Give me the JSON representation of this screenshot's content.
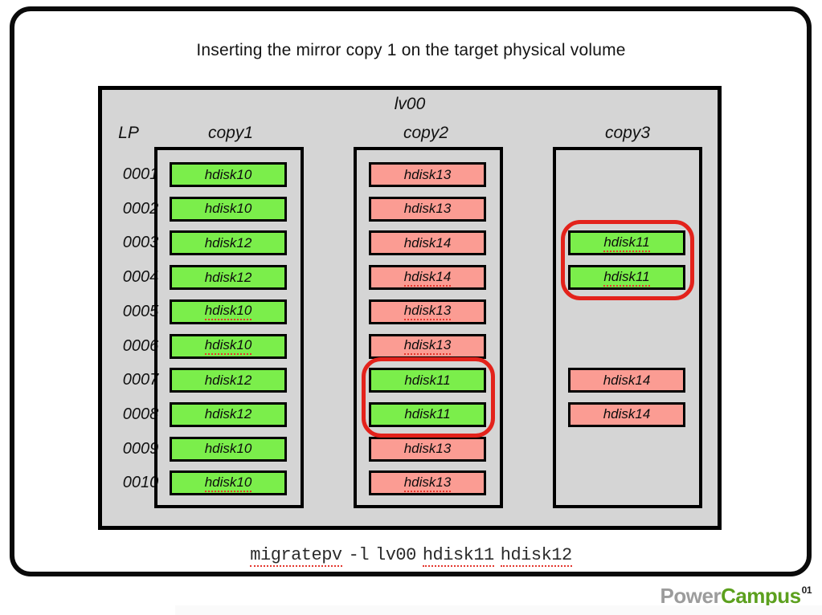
{
  "title": "Inserting the mirror copy 1 on the target physical volume",
  "colors": {
    "green": "#7bee4b",
    "pink": "#fb9c93",
    "box_gray": "#d5d5d5",
    "ring_red": "#e3221b",
    "squiggle_red": "#e4372e",
    "logo_gray": "#9c9c9c",
    "logo_green": "#5ca01e"
  },
  "diagram": {
    "volume_label": "lv00",
    "lp_header": "LP",
    "lp_numbers": [
      "0001",
      "0002",
      "0003",
      "0004",
      "0005",
      "0006",
      "0007",
      "0008",
      "0009",
      "0010"
    ],
    "columns": [
      {
        "label": "copy1",
        "cells": [
          {
            "row": 1,
            "label": "hdisk10",
            "color": "green",
            "squiggle": false
          },
          {
            "row": 2,
            "label": "hdisk10",
            "color": "green",
            "squiggle": false
          },
          {
            "row": 3,
            "label": "hdisk12",
            "color": "green",
            "squiggle": false
          },
          {
            "row": 4,
            "label": "hdisk12",
            "color": "green",
            "squiggle": false
          },
          {
            "row": 5,
            "label": "hdisk10",
            "color": "green",
            "squiggle": true
          },
          {
            "row": 6,
            "label": "hdisk10",
            "color": "green",
            "squiggle": true
          },
          {
            "row": 7,
            "label": "hdisk12",
            "color": "green",
            "squiggle": false
          },
          {
            "row": 8,
            "label": "hdisk12",
            "color": "green",
            "squiggle": false
          },
          {
            "row": 9,
            "label": "hdisk10",
            "color": "green",
            "squiggle": false
          },
          {
            "row": 10,
            "label": "hdisk10",
            "color": "green",
            "squiggle": true
          }
        ],
        "highlight_rows": null
      },
      {
        "label": "copy2",
        "cells": [
          {
            "row": 1,
            "label": "hdisk13",
            "color": "pink",
            "squiggle": false
          },
          {
            "row": 2,
            "label": "hdisk13",
            "color": "pink",
            "squiggle": false
          },
          {
            "row": 3,
            "label": "hdisk14",
            "color": "pink",
            "squiggle": false
          },
          {
            "row": 4,
            "label": "hdisk14",
            "color": "pink",
            "squiggle": true
          },
          {
            "row": 5,
            "label": "hdisk13",
            "color": "pink",
            "squiggle": true
          },
          {
            "row": 6,
            "label": "hdisk13",
            "color": "pink",
            "squiggle": true
          },
          {
            "row": 7,
            "label": "hdisk11",
            "color": "green",
            "squiggle": false
          },
          {
            "row": 8,
            "label": "hdisk11",
            "color": "green",
            "squiggle": false
          },
          {
            "row": 9,
            "label": "hdisk13",
            "color": "pink",
            "squiggle": false
          },
          {
            "row": 10,
            "label": "hdisk13",
            "color": "pink",
            "squiggle": true
          }
        ],
        "highlight_rows": [
          7,
          8
        ]
      },
      {
        "label": "copy3",
        "cells": [
          {
            "row": 3,
            "label": "hdisk11",
            "color": "green",
            "squiggle": true
          },
          {
            "row": 4,
            "label": "hdisk11",
            "color": "green",
            "squiggle": true
          },
          {
            "row": 7,
            "label": "hdisk14",
            "color": "pink",
            "squiggle": false
          },
          {
            "row": 8,
            "label": "hdisk14",
            "color": "pink",
            "squiggle": false
          }
        ],
        "highlight_rows": [
          3,
          4
        ]
      }
    ]
  },
  "command": {
    "text": "migratepv -l lv00 hdisk11 hdisk12",
    "misspelled_words": [
      "migratepv",
      "hdisk11",
      "hdisk12"
    ]
  },
  "logo": {
    "part1": "Power",
    "part2": "Campus",
    "sup": "01"
  }
}
